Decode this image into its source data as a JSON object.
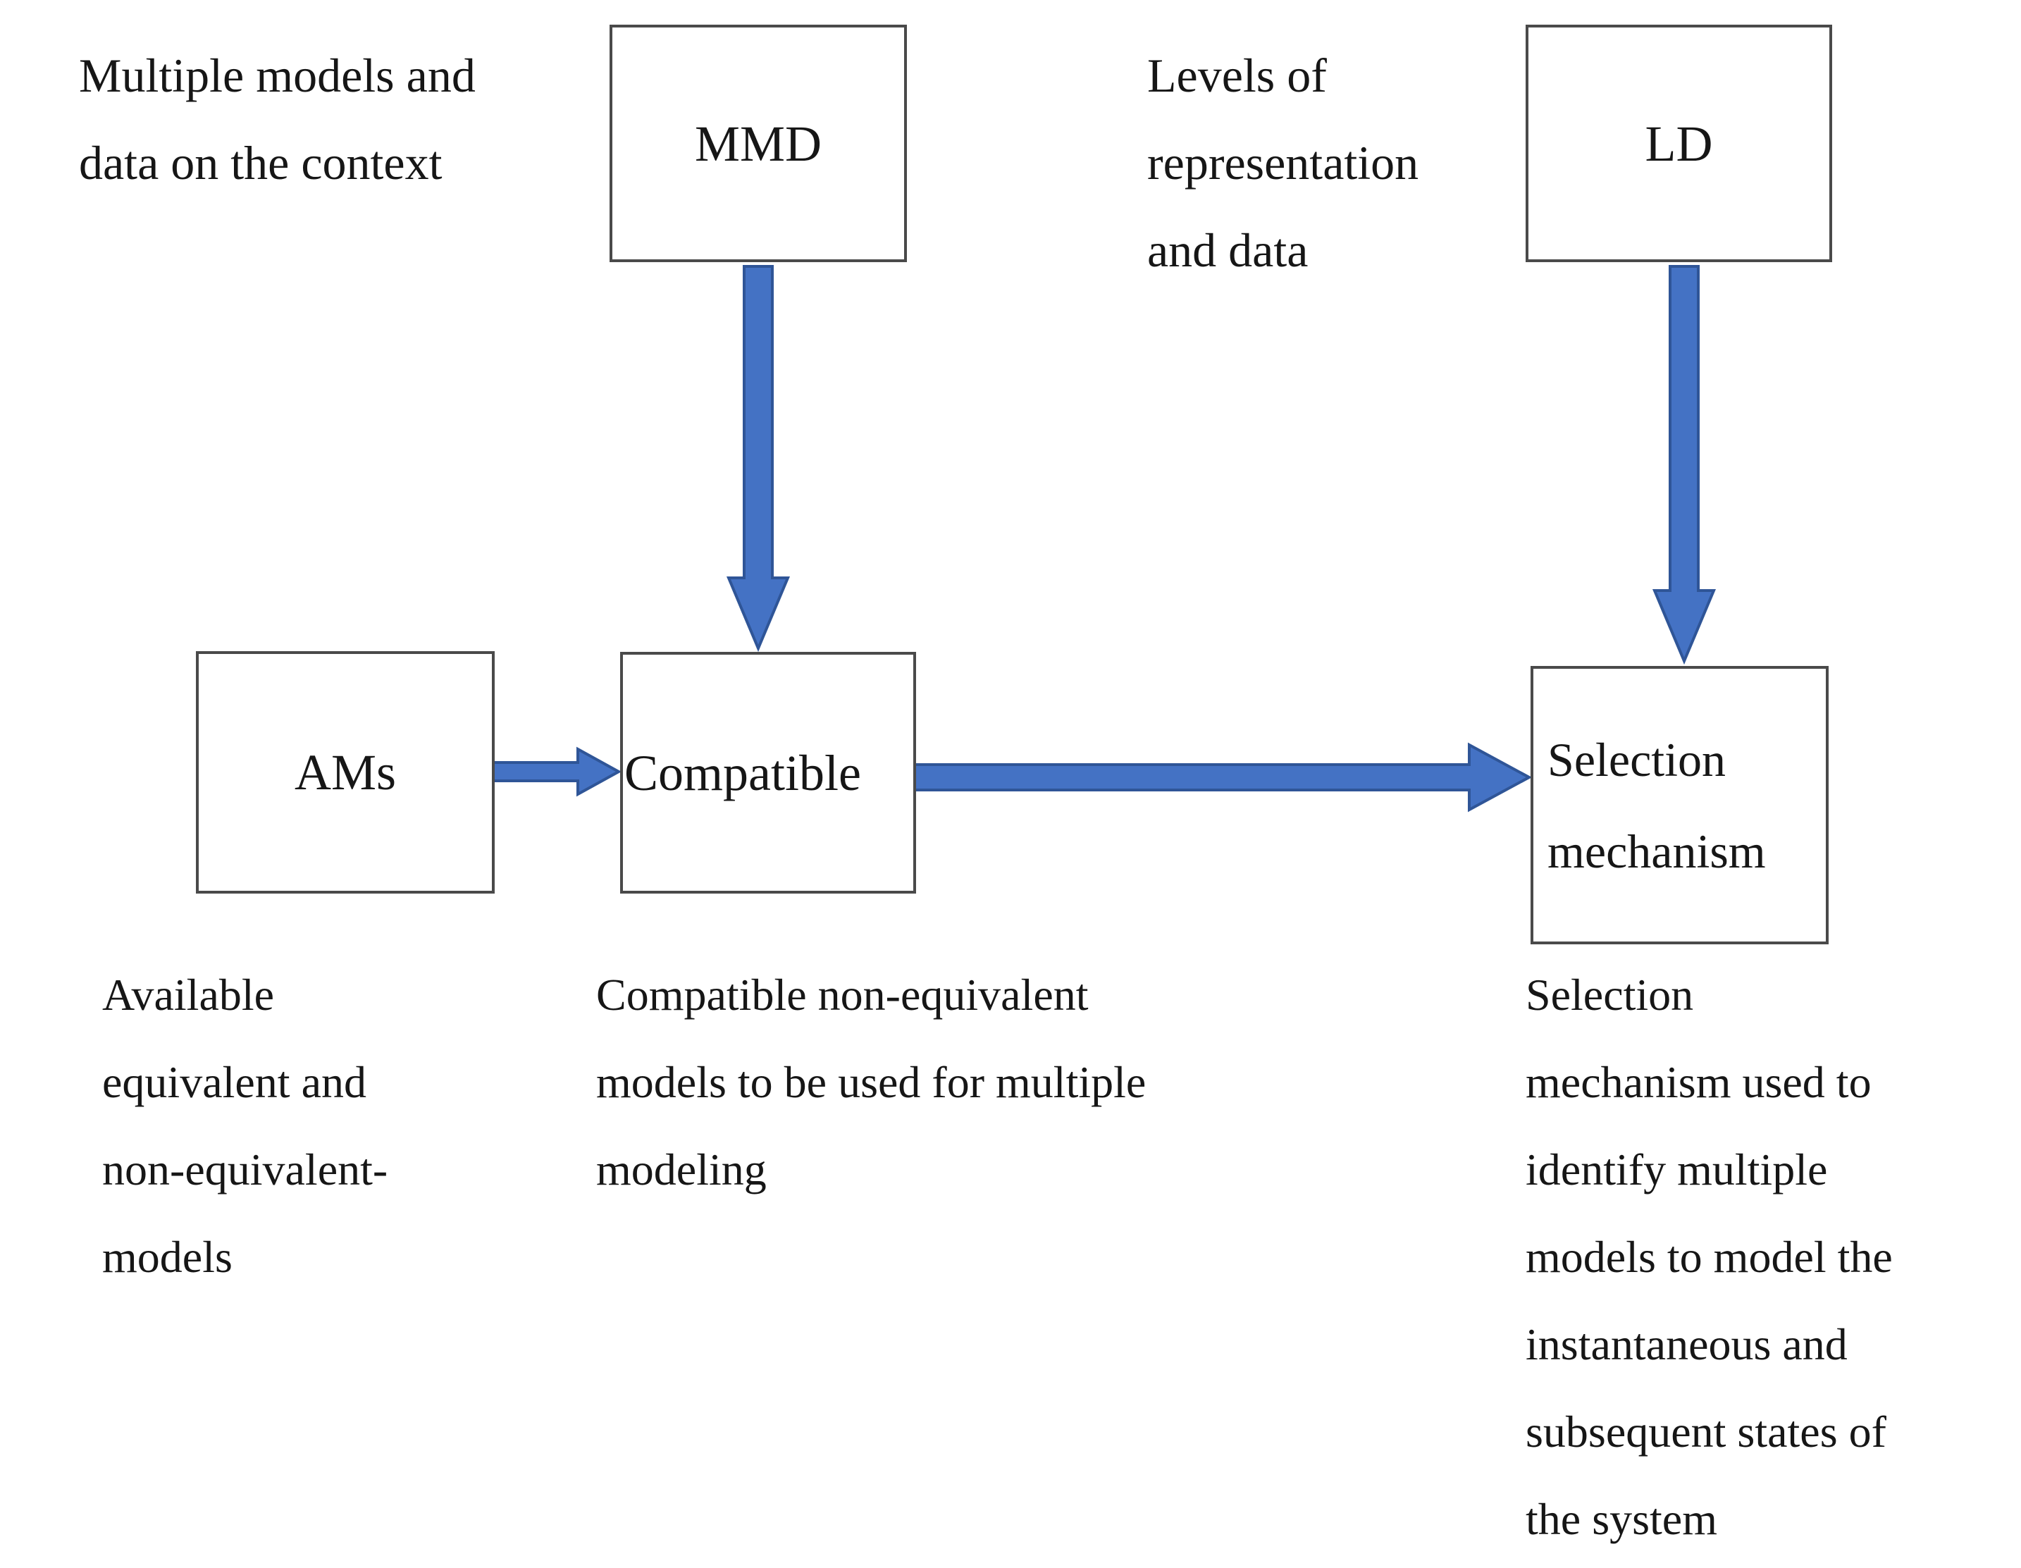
{
  "diagram": {
    "background": "#ffffff",
    "arrow_fill_color": "#4472C4",
    "arrow_border_color": "#2F5597",
    "box_border_color": "#4a4a4a",
    "text_color": "#161616",
    "top_left_note": {
      "lines": [
        "Multiple models and",
        "data on the context"
      ]
    },
    "top_middle_note": {
      "lines": [
        "Levels of",
        "representation",
        "and data"
      ]
    },
    "boxes": {
      "mmd": {
        "label": "MMD"
      },
      "ld": {
        "label": "LD"
      },
      "ams": {
        "label": "AMs"
      },
      "compatible": {
        "label": "Compatible"
      },
      "selection": {
        "lines": [
          "Selection",
          "mechanism"
        ]
      }
    },
    "captions": {
      "ams": {
        "lines": [
          "Available",
          "equivalent and",
          "non-equivalent-",
          "models"
        ]
      },
      "compatible": {
        "lines": [
          "Compatible non-equivalent",
          "models to be used for multiple",
          "modeling"
        ]
      },
      "selection": {
        "lines": [
          "Selection",
          "mechanism used to",
          "identify multiple",
          "models to model the",
          "instantaneous and",
          "subsequent states of",
          "the system"
        ]
      }
    },
    "connections": [
      {
        "from": "MMD",
        "to": "Compatible",
        "direction": "down"
      },
      {
        "from": "LD",
        "to": "Selection mechanism",
        "direction": "down"
      },
      {
        "from": "AMs",
        "to": "Compatible",
        "direction": "right"
      },
      {
        "from": "Compatible",
        "to": "Selection mechanism",
        "direction": "right"
      }
    ]
  }
}
